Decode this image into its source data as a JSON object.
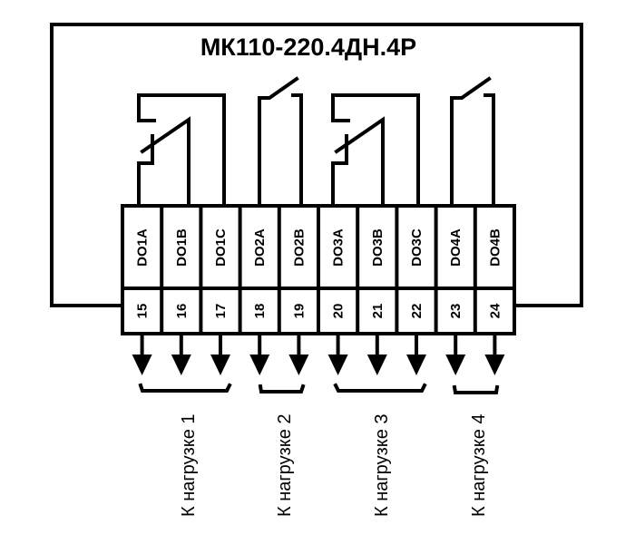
{
  "title": "МК110-220.4ДН.4Р",
  "terminals": [
    {
      "label": "DO1A",
      "number": "15"
    },
    {
      "label": "DO1B",
      "number": "16"
    },
    {
      "label": "DO1C",
      "number": "17"
    },
    {
      "label": "DO2A",
      "number": "18"
    },
    {
      "label": "DO2B",
      "number": "19"
    },
    {
      "label": "DO3A",
      "number": "20"
    },
    {
      "label": "DO3B",
      "number": "21"
    },
    {
      "label": "DO3C",
      "number": "22"
    },
    {
      "label": "DO4A",
      "number": "23"
    },
    {
      "label": "DO4B",
      "number": "24"
    }
  ],
  "loads": [
    "К нагрузке 1",
    "К нагрузке 2",
    "К нагрузке 3",
    "К нагрузке 4"
  ]
}
